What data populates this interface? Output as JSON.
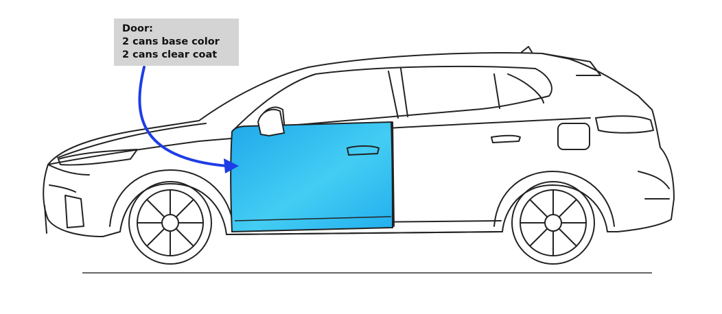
{
  "callout": {
    "title": "Door:",
    "lines": [
      "2 cans base color",
      "2 cans clear coat"
    ]
  },
  "colors": {
    "door_fill": "#29b6ee",
    "door_fill_light": "#4fd0f5",
    "arrow": "#1e3de6",
    "outline": "#222222",
    "callout_bg": "#d4d4d4"
  },
  "highlighted_part": "door"
}
